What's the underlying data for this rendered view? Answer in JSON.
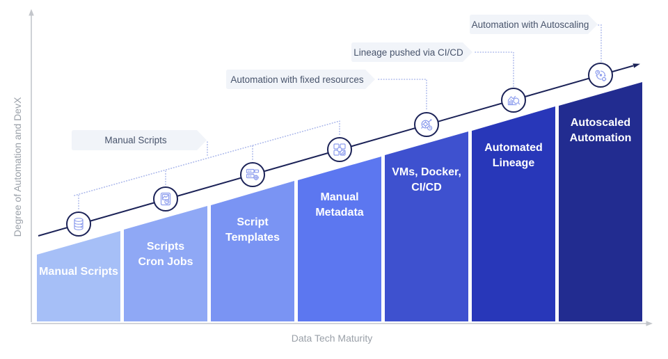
{
  "axes": {
    "y_label": "Degree of Automation and DevX",
    "x_label": "Data Tech Maturity"
  },
  "callouts": [
    {
      "label": "Manual Scripts"
    },
    {
      "label": "Automation with fixed resources"
    },
    {
      "label": "Lineage pushed via CI/CD"
    },
    {
      "label": "Automation with Autoscaling"
    }
  ],
  "stages": [
    {
      "label": "Manual Scripts",
      "lines": [
        "Manual Scripts"
      ],
      "color": "#a6bff7",
      "icon": "database-icon"
    },
    {
      "label": "Scripts Cron Jobs",
      "lines": [
        "Scripts",
        "Cron Jobs"
      ],
      "color": "#8fa8f5",
      "icon": "report-document-icon"
    },
    {
      "label": "Script Templates",
      "lines": [
        "Script",
        "Templates"
      ],
      "color": "#7a94f3",
      "icon": "server-gear-icon"
    },
    {
      "label": "Manual Metadata",
      "lines": [
        "Manual",
        "Metadata"
      ],
      "color": "#5c77f0",
      "icon": "metadata-blocks-icon"
    },
    {
      "label": "VMs, Docker, CI/CD",
      "lines": [
        "VMs, Docker,",
        "CI/CD"
      ],
      "color": "#3e51cf",
      "icon": "search-automation-icon"
    },
    {
      "label": "Automated Lineage",
      "lines": [
        "Automated",
        "Lineage"
      ],
      "color": "#2837b9",
      "icon": "lineage-chart-icon"
    },
    {
      "label": "Autoscaled Automation",
      "lines": [
        "Autoscaled",
        "Automation"
      ],
      "color": "#222c90",
      "icon": "autoscaling-loop-icon"
    }
  ],
  "palette": {
    "line_navy": "#1b2257",
    "icon_periwinkle": "#8d9ded",
    "dotted_connector": "#a8b5ea",
    "callout_bg": "#f1f4f9",
    "callout_text": "#47536b",
    "axis_gray": "#9aa0a8"
  }
}
